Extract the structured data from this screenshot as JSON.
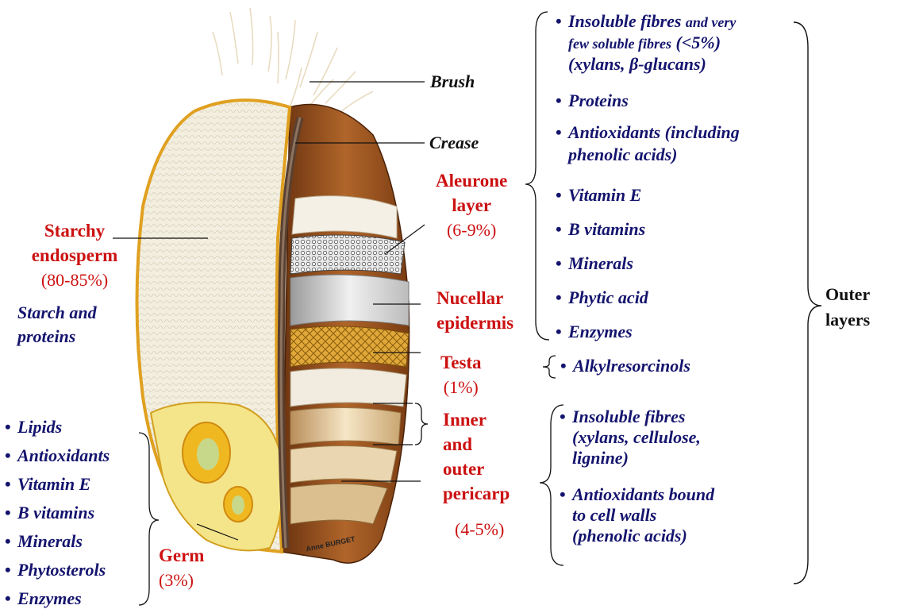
{
  "labels": {
    "brush": "Brush",
    "crease": "Crease",
    "aleurone_name_1": "Aleurone",
    "aleurone_name_2": "layer",
    "aleurone_pct": "(6-9%)",
    "starchy_name_1": "Starchy",
    "starchy_name_2": "endosperm",
    "starchy_pct": "(80-85%)",
    "starchy_desc_1": "Starch and",
    "starchy_desc_2": "proteins",
    "nucellar_name_1": "Nucellar",
    "nucellar_name_2": "epidermis",
    "testa_name": "Testa",
    "testa_pct": "(1%)",
    "pericarp_name_1": "Inner",
    "pericarp_name_2": "and",
    "pericarp_name_3": "outer",
    "pericarp_name_4": "pericarp",
    "pericarp_pct": "(4-5%)",
    "germ_name": "Germ",
    "germ_pct": "(3%)",
    "outer_layers_1": "Outer",
    "outer_layers_2": "layers",
    "artist_signature": "Anne BURGET"
  },
  "outer_list": {
    "item1_line1_a": "Insoluble fibres",
    "item1_line1_b": "and very",
    "item1_line2_a": "few soluble fibres",
    "item1_line2_b": "(<5%)",
    "item1_line3": "(xylans, β-glucans)",
    "items": [
      "Proteins",
      "Vitamin E",
      "B vitamins",
      "Minerals",
      "Phytic acid",
      "Enzymes"
    ],
    "antioxidants_1": "Antioxidants (including",
    "antioxidants_2": "phenolic acids)"
  },
  "testa_list": [
    "Alkylresorcinols"
  ],
  "pericarp_list": {
    "fibres_1": "Insoluble fibres",
    "fibres_2": "(xylans, cellulose,",
    "fibres_3": "lignine)",
    "bound_1": "Antioxidants bound",
    "bound_2": "to cell walls",
    "bound_3": "(phenolic acids)"
  },
  "germ_list": [
    "Lipids",
    "Antioxidants",
    "Vitamin E",
    "B vitamins",
    "Minerals",
    "Phytosterols",
    "Enzymes"
  ],
  "colors": {
    "layer_name": "#cc1111",
    "component_text": "#14146e",
    "bran_outer": "#8a4a1a",
    "endosperm": "#f4f0e2",
    "germ": "#f2e070"
  }
}
